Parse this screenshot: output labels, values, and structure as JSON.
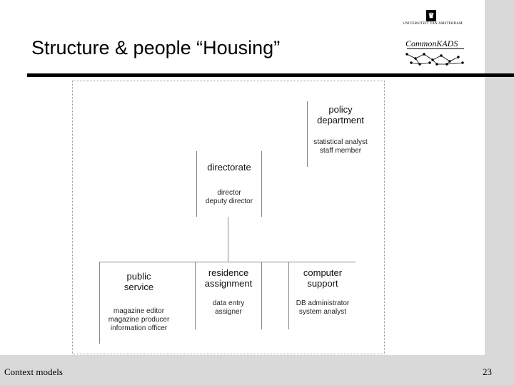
{
  "slide": {
    "title": "Structure & people “Housing”",
    "footer_left": "Context models",
    "page_number": "23"
  },
  "logo": {
    "university_name": "UNIVERSITEIT VAN AMSTERDAM",
    "commonkads": "CommonKADS"
  },
  "org_chart": {
    "nodes": [
      {
        "id": "policy",
        "title": "policy\ndepartment",
        "roles": "statistical analyst\nstaff member"
      },
      {
        "id": "directorate",
        "title": "directorate",
        "roles": "director\ndeputy director"
      },
      {
        "id": "public",
        "title": "public\nservice",
        "roles": "magazine editor\nmagazine producer\ninformation officer"
      },
      {
        "id": "residence",
        "title": "residence\nassignment",
        "roles": "data entry\nassigner"
      },
      {
        "id": "computer",
        "title": "computer\nsupport",
        "roles": "DB administrator\nsystem analyst"
      }
    ]
  },
  "colors": {
    "band": "#d9d9d9",
    "rule": "#000000",
    "connector": "#888888"
  }
}
